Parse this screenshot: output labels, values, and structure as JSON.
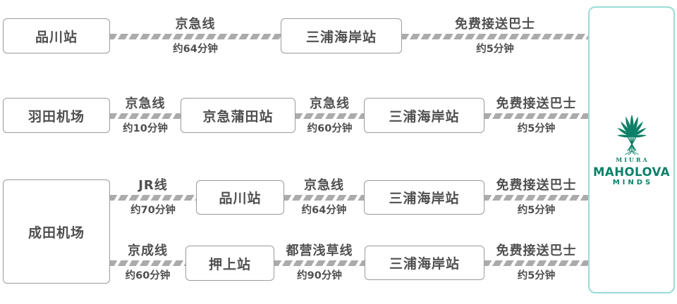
{
  "palette": {
    "dash_gray": "#ababab",
    "box_border_gray": "#9b9b9b",
    "text_gray": "#4f4f4f",
    "card_border_teal": "#9adbd5",
    "logo_green": "#0d8068"
  },
  "routes": [
    {
      "origin": "品川站",
      "legs": [
        {
          "line": "京急线",
          "time": "约64分钟",
          "to": "三浦海岸站"
        },
        {
          "line": "免费接送巴士",
          "time": "约5分钟"
        }
      ]
    },
    {
      "origin": "羽田机场",
      "legs": [
        {
          "line": "京急线",
          "time": "约10分钟",
          "to": "京急蒲田站"
        },
        {
          "line": "京急线",
          "time": "约60分钟",
          "to": "三浦海岸站"
        },
        {
          "line": "免费接送巴士",
          "time": "约5分钟"
        }
      ]
    },
    {
      "origin": "成田机场",
      "legs": [
        {
          "line": "JR线",
          "time": "约70分钟",
          "to": "品川站"
        },
        {
          "line": "京急线",
          "time": "约64分钟",
          "to": "三浦海岸站"
        },
        {
          "line": "免费接送巴士",
          "time": "约5分钟"
        }
      ]
    },
    {
      "origin": "成田机场",
      "legs": [
        {
          "line": "京成线",
          "time": "约60分钟",
          "to": "押上站"
        },
        {
          "line": "都营浅草线",
          "time": "约90分钟",
          "to": "三浦海岸站"
        },
        {
          "line": "免费接送巴士",
          "time": "约5分钟"
        }
      ]
    }
  ],
  "destination": {
    "emblem": "palm-tree-logo",
    "region": "MIURA",
    "name": "MAHOLOVA",
    "sub": "MINDS"
  }
}
